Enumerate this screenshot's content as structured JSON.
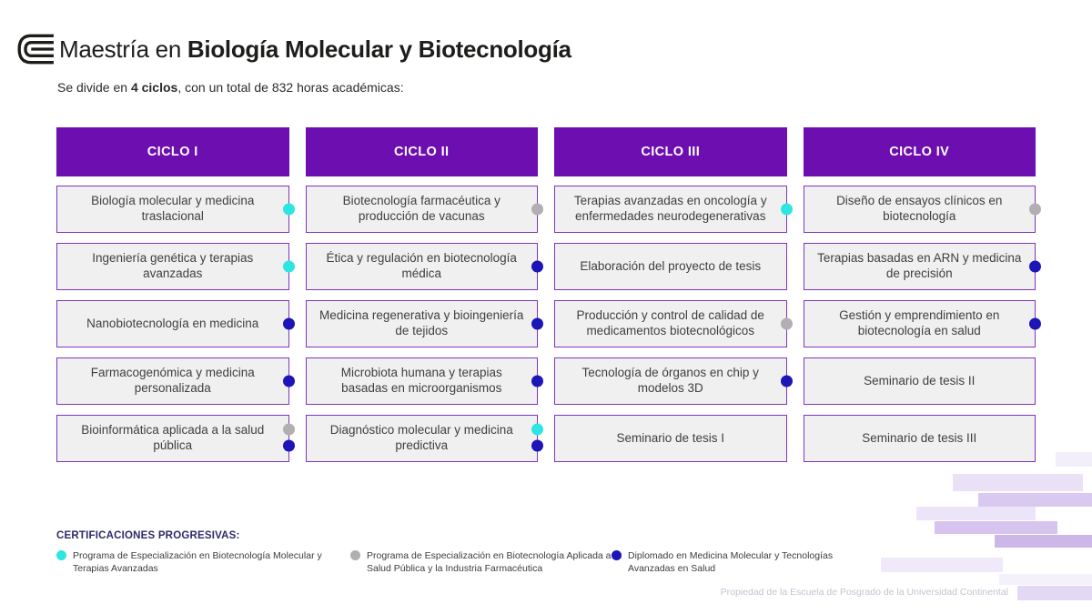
{
  "header": {
    "title_prefix": "Maestría en ",
    "title_emphasis": "Biología Molecular y Biotecnología",
    "subtitle_prefix": "Se divide en ",
    "subtitle_emphasis": "4 ciclos",
    "subtitle_suffix": ", con un total de 832 horas académicas:"
  },
  "colors": {
    "cycle_header_bg": "#6C0EB0",
    "course_border": "#7E35C0",
    "course_bg": "#F1F0F1",
    "dot_cyan": "#2DE6E2",
    "dot_gray": "#B2AFB2",
    "dot_blue": "#1C15B7",
    "legend_title": "#2E2968"
  },
  "cycles": [
    {
      "label": "CICLO I",
      "courses": [
        {
          "name": "Biología molecular y medicina traslacional",
          "dots": [
            "cyan"
          ]
        },
        {
          "name": "Ingeniería genética y terapias avanzadas",
          "dots": [
            "cyan"
          ]
        },
        {
          "name": "Nanobiotecnología en medicina",
          "dots": [
            "blue"
          ]
        },
        {
          "name": "Farmacogenómica y medicina personalizada",
          "dots": [
            "blue"
          ]
        },
        {
          "name": "Bioinformática aplicada a la salud pública",
          "dots": [
            "gray",
            "blue"
          ]
        }
      ]
    },
    {
      "label": "CICLO II",
      "courses": [
        {
          "name": "Biotecnología farmacéutica y producción de vacunas",
          "dots": [
            "gray"
          ]
        },
        {
          "name": "Ética y regulación en biotecnología médica",
          "dots": [
            "blue"
          ]
        },
        {
          "name": "Medicina regenerativa y bioingeniería de tejidos",
          "dots": [
            "blue"
          ]
        },
        {
          "name": "Microbiota humana y terapias basadas en microorganismos",
          "dots": [
            "blue"
          ]
        },
        {
          "name": "Diagnóstico molecular y medicina predictiva",
          "dots": [
            "cyan",
            "blue"
          ]
        }
      ]
    },
    {
      "label": "CICLO III",
      "courses": [
        {
          "name": "Terapias avanzadas en oncología y enfermedades neurodegenerativas",
          "dots": [
            "cyan"
          ]
        },
        {
          "name": "Elaboración del proyecto de tesis",
          "dots": []
        },
        {
          "name": "Producción y control de calidad de medicamentos biotecnológicos",
          "dots": [
            "gray"
          ]
        },
        {
          "name": "Tecnología de órganos en chip y modelos 3D",
          "dots": [
            "blue"
          ]
        },
        {
          "name": "Seminario de tesis I",
          "dots": []
        }
      ]
    },
    {
      "label": "CICLO IV",
      "courses": [
        {
          "name": "Diseño de ensayos clínicos en biotecnología",
          "dots": [
            "gray"
          ]
        },
        {
          "name": "Terapias basadas en ARN y medicina de precisión",
          "dots": [
            "blue"
          ]
        },
        {
          "name": "Gestión y emprendimiento en biotecnología en salud",
          "dots": [
            "blue"
          ]
        },
        {
          "name": "Seminario de tesis II",
          "dots": []
        },
        {
          "name": "Seminario de tesis III",
          "dots": []
        }
      ]
    }
  ],
  "legend": {
    "title": "CERTIFICACIONES PROGRESIVAS:",
    "items": [
      {
        "dot": "cyan",
        "label": "Programa de Especialización en Biotecnología Molecular y Terapias Avanzadas"
      },
      {
        "dot": "gray",
        "label": "Programa de Especialización en Biotecnología Aplicada a la Salud Pública y la Industria Farmacéutica"
      },
      {
        "dot": "blue",
        "label": "Diplomado en Medicina Molecular y Tecnologías Avanzadas en Salud"
      }
    ]
  },
  "footer": "Propiedad de la Escuela de Posgrado de la Universidad Continental"
}
